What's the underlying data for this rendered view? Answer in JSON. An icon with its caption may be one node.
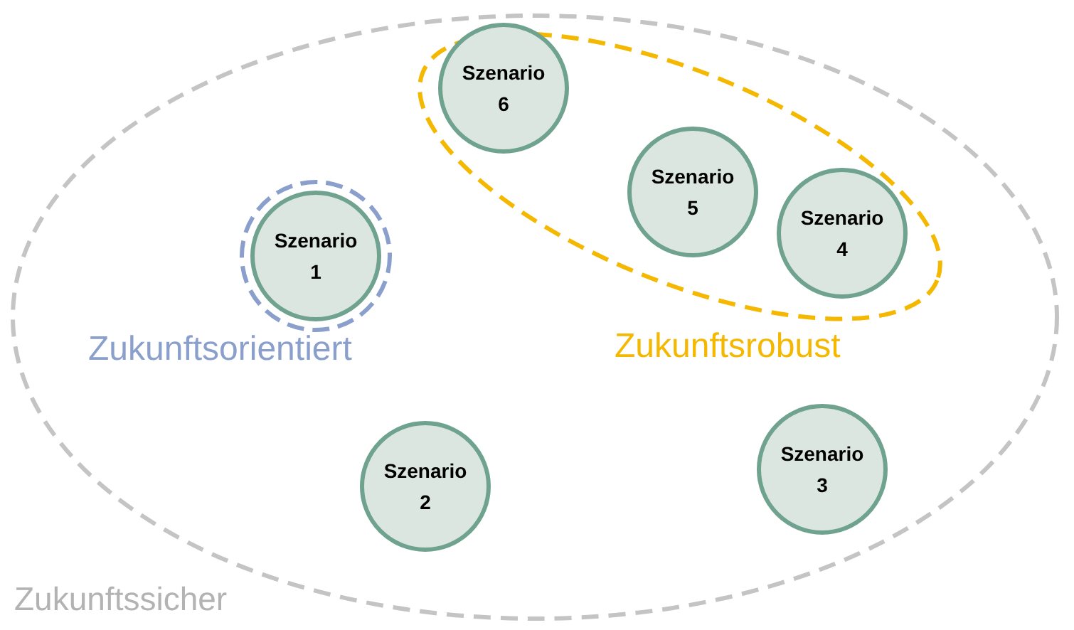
{
  "diagram": {
    "nodes": [
      {
        "text": [
          "Zukunftssicher"
        ]
      },
      {
        "text": [
          "Zukunftsrobust"
        ],
        "in": 0
      },
      {
        "text": [
          "Szenario 6"
        ],
        "in": 1
      },
      {
        "text": [
          "Szenario 5"
        ],
        "in": 1
      },
      {
        "text": [
          "Szenario 4"
        ],
        "in": 1
      },
      {
        "text": [
          "Zukunftsorientiert"
        ],
        "in": 0
      },
      {
        "text": [
          "Szenario 1"
        ],
        "in": 5
      },
      {
        "text": [
          "Szenario 2"
        ],
        "in": 0
      },
      {
        "text": [
          "Szenario 3"
        ],
        "in": 0
      }
    ]
  }
}
